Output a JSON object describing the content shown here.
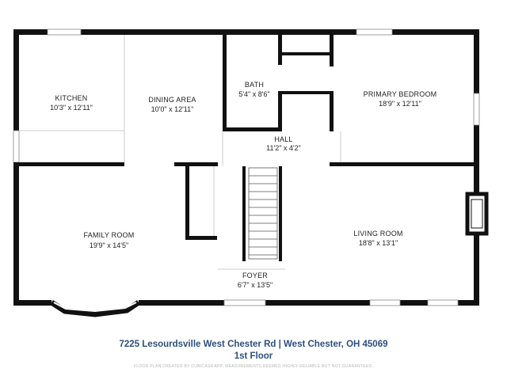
{
  "rooms": {
    "kitchen": {
      "name": "KITCHEN",
      "dims": "10'3\" x 12'11\""
    },
    "dining": {
      "name": "DINING AREA",
      "dims": "10'0\" x 12'11\""
    },
    "bath": {
      "name": "BATH",
      "dims": "5'4\" x 8'6\""
    },
    "primary_bedroom": {
      "name": "PRIMARY BEDROOM",
      "dims": "18'9\" x 12'11\""
    },
    "hall": {
      "name": "HALL",
      "dims": "11'2\" x 4'2\""
    },
    "family_room": {
      "name": "FAMILY ROOM",
      "dims": "19'9\" x 14'5\""
    },
    "living_room": {
      "name": "LIVING ROOM",
      "dims": "18'8\" x 13'1\""
    },
    "foyer": {
      "name": "FOYER",
      "dims": "6'7\" x 13'5\""
    }
  },
  "footer": {
    "address": "7225 Lesourdsville West Chester Rd | West Chester, OH 45069",
    "floor": "1st Floor",
    "disclaimer": "FLOOR PLAN CREATED BY CUBICASA APP. MEASUREMENTS DEEMED HIGHLY RELIABLE BUT NOT GUARANTEED."
  },
  "colors": {
    "wall": "#111111",
    "accent": "#2d4f7c"
  }
}
